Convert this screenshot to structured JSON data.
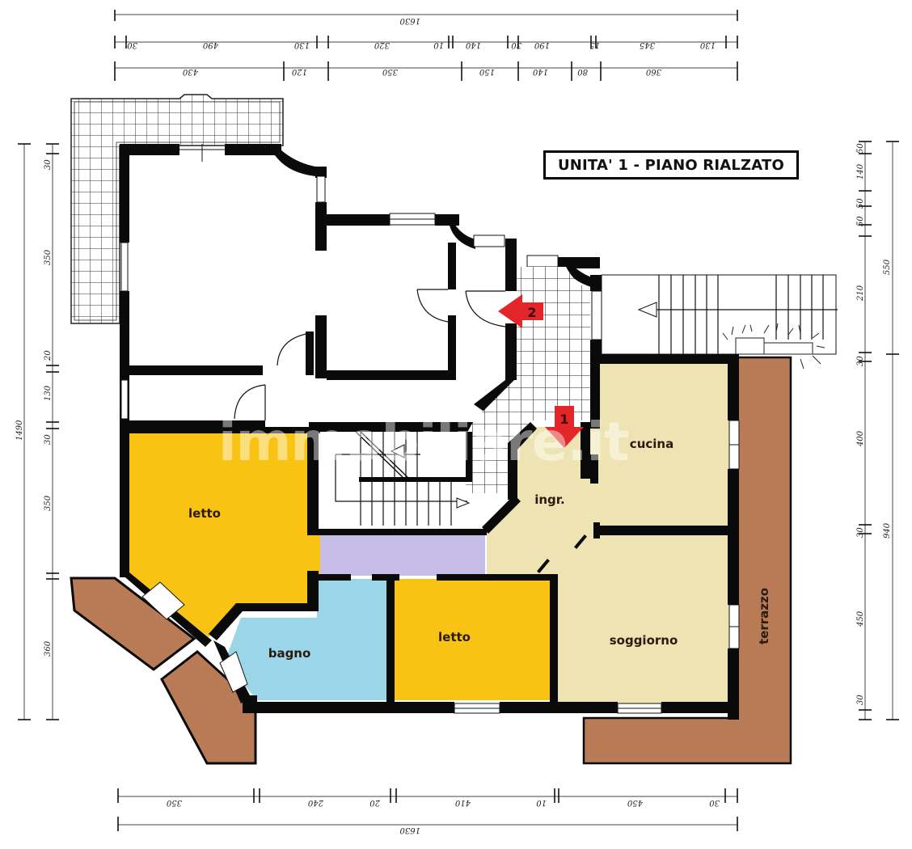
{
  "title": "UNITA' 1 - PIANO RIALZATO",
  "watermark": "immobiliare.it",
  "colors": {
    "letto": "#F8C313",
    "bagno": "#9AD6E8",
    "disimpegno": "#C6BEE6",
    "living": "#EEE3B3",
    "terrazzo": "#B97A56",
    "arrow": "#E2262A",
    "wall": "#0a0a0a"
  },
  "rooms": {
    "letto_1": "letto",
    "letto_2": "letto",
    "bagno": "bagno",
    "ingresso": "ingr.",
    "cucina": "cucina",
    "soggiorno": "soggiorno",
    "terrazzo": "terrazzo"
  },
  "markers": {
    "entrance_1": "1",
    "entrance_2": "2"
  },
  "dimensions": {
    "top_total": "1630",
    "top_row1": [
      "30",
      "490",
      "130",
      "320",
      "10",
      "140",
      "30",
      "190",
      "15",
      "345",
      "130"
    ],
    "top_row2": [
      "430",
      "120",
      "350",
      "150",
      "140",
      "80",
      "360"
    ],
    "left_total": "1490",
    "left_segments": [
      "30",
      "350",
      "20",
      "130",
      "30",
      "350",
      "360"
    ],
    "right_segments": [
      "50",
      "140",
      "50",
      "50",
      "210",
      "30",
      "400",
      "30",
      "450",
      "30"
    ],
    "right_totals": [
      "550",
      "940"
    ],
    "bottom_segments": [
      "350",
      "240",
      "20",
      "410",
      "10",
      "450",
      "30"
    ],
    "bottom_total": "1630"
  }
}
